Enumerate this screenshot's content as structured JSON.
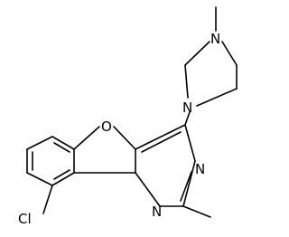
{
  "molecule": {
    "atoms": {
      "chlorine": "Cl",
      "furan_oxygen": "O",
      "piperazine_n_top": "N",
      "piperazine_n_bottom": "N",
      "pyrimidine_n_right": "N",
      "pyrimidine_n_bottom": "N"
    },
    "colors": {
      "line": "#000000",
      "background": "#ffffff"
    }
  }
}
